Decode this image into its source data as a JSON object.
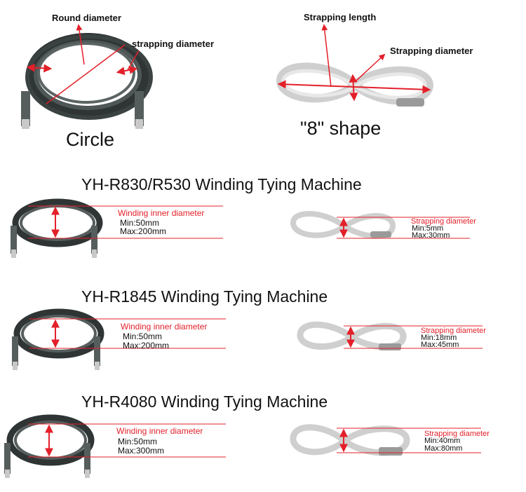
{
  "top": {
    "circle": {
      "round_label": "Round diameter",
      "strap_label": "strapping diameter",
      "caption": "Circle"
    },
    "eight": {
      "length_label": "Strapping length",
      "diameter_label": "Strapping diameter",
      "caption": "\"8\" shape"
    }
  },
  "sections": [
    {
      "title": "YH-R830/R530 Winding Tying Machine",
      "left": {
        "label": "Winding inner diameter",
        "min": "Min:50mm",
        "max": "Max:200mm"
      },
      "right": {
        "label": "Strapping diameter",
        "min": "Min:5mm",
        "max": "Max:30mm"
      }
    },
    {
      "title": "YH-R1845 Winding Tying Machine",
      "left": {
        "label": "Winding inner diameter",
        "min": "Min:50mm",
        "max": "Max:200mm"
      },
      "right": {
        "label": "Strapping diameter",
        "min": "Min:18mm",
        "max": "Max:45mm"
      }
    },
    {
      "title": "YH-R4080 Winding Tying Machine",
      "left": {
        "label": "Winding inner diameter",
        "min": "Min:50mm",
        "max": "Max:300mm"
      },
      "right": {
        "label": "Strapping diameter",
        "min": "Min:40mm",
        "max": "Max:80mm"
      }
    }
  ],
  "colors": {
    "accent": "#e3202a",
    "cable_dark": "#3a3f3f",
    "cable_light": "#d8d8d8"
  }
}
